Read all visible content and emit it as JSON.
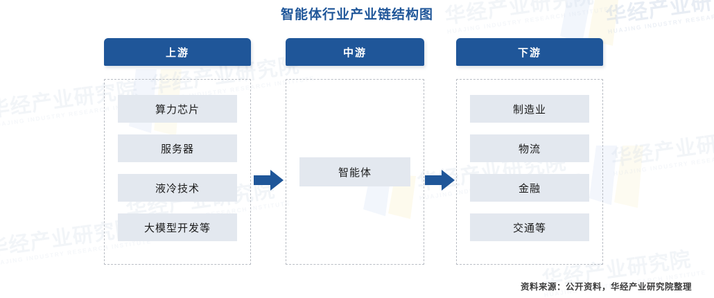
{
  "title": "智能体行业产业链结构图",
  "source": "资料来源：公开资料，华经产业研究院整理",
  "colors": {
    "header_blue": "#1f5699",
    "arrow_blue": "#1f5699",
    "item_bg": "#e3e8ef",
    "dashed_border": "#b9bdc4",
    "title_blue": "#1f5699"
  },
  "columns": [
    {
      "key": "upstream",
      "header": "上游",
      "items": [
        "算力芯片",
        "服务器",
        "液冷技术",
        "大模型开发等"
      ]
    },
    {
      "key": "midstream",
      "header": "中游",
      "items": [
        "智能体"
      ]
    },
    {
      "key": "downstream",
      "header": "下游",
      "items": [
        "制造业",
        "物流",
        "金融",
        "交通等"
      ]
    }
  ],
  "arrows": [
    {
      "name": "arrow-upstream-to-midstream",
      "direction": "right"
    },
    {
      "name": "arrow-midstream-to-downstream",
      "direction": "right"
    }
  ],
  "watermarks": {
    "cn": "华经产业研究院",
    "en": "HUAJING INDUSTRY RESEARCH INSTITUTE"
  }
}
